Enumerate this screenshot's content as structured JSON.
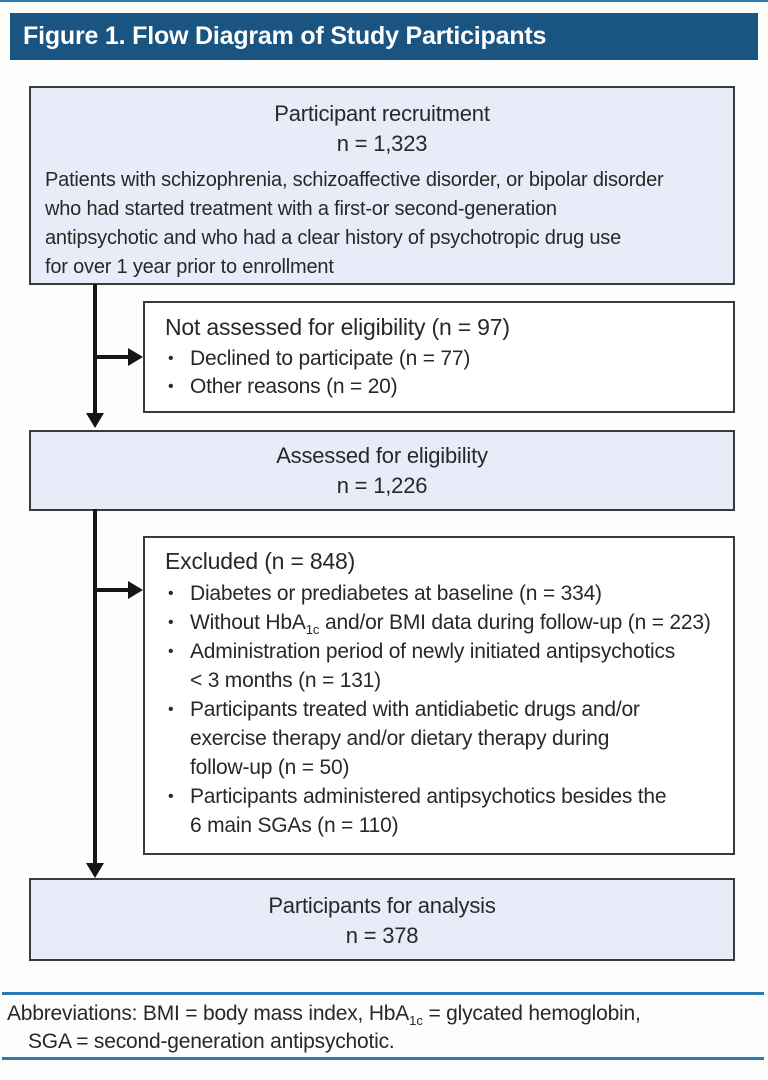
{
  "figure": {
    "title": "Figure 1. Flow Diagram of Study Participants"
  },
  "glyphs": {
    "bullet": "•"
  },
  "colors": {
    "header_bar": "#1a5480",
    "rule_blue": "#2b79ae",
    "box_fill": "#e8ecf8",
    "box_border": "#3a3a3a",
    "arrow": "#161616"
  },
  "boxes": {
    "recruitment": {
      "title": "Participant recruitment",
      "n": "n = 1,323",
      "description_lines": [
        "Patients with schizophrenia, schizoaffective disorder, or bipolar disorder",
        "who had started treatment with a first-or second-generation",
        "antipsychotic and who had a clear history of psychotropic drug use",
        "for over 1 year prior to enrollment"
      ]
    },
    "not_assessed": {
      "title": "Not assessed for eligibility (n = 97)",
      "bullets": [
        "Declined to participate (n = 77)",
        "Other reasons (n = 20)"
      ]
    },
    "assessed": {
      "title": "Assessed for eligibility",
      "n": "n = 1,226"
    },
    "excluded": {
      "title": "Excluded (n = 848)",
      "bullets": [
        {
          "lines": [
            "Diabetes or prediabetes at baseline (n = 334)"
          ]
        },
        {
          "pre": "Without HbA",
          "sub": "1c",
          "post": " and/or BMI data during follow-up (n = 223)"
        },
        {
          "lines": [
            "Administration period of newly initiated antipsychotics",
            "< 3 months (n = 131)"
          ]
        },
        {
          "lines": [
            "Participants treated with antidiabetic drugs and/or",
            "exercise therapy and/or dietary therapy during",
            "follow-up (n = 50)"
          ]
        },
        {
          "lines": [
            "Participants administered antipsychotics besides the",
            "6 main SGAs (n = 110)"
          ]
        }
      ]
    },
    "analysis": {
      "title": "Participants for analysis",
      "n": "n = 378"
    }
  },
  "footnote": {
    "line1_pre": "Abbreviations: BMI = body mass index, HbA",
    "line1_sub": "1c",
    "line1_post": " = glycated hemoglobin,",
    "line2": "SGA = second-generation antipsychotic."
  }
}
